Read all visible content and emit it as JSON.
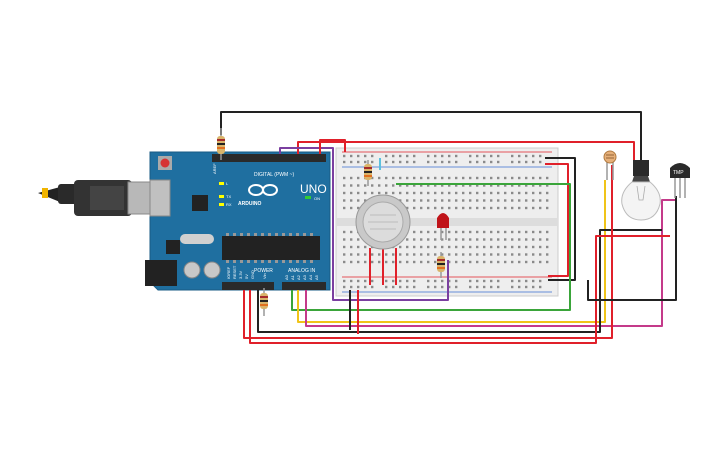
{
  "arduino": {
    "brand": "ARDUINO",
    "model": "UNO",
    "digital_header": "DIGITAL (PWM ~)",
    "power_header": "POWER",
    "analog_header": "ANALOG IN",
    "on_label": "ON",
    "tx_label": "TX",
    "rx_label": "RX",
    "l_label": "L",
    "reset_label": "RESET",
    "ioref_label": "IOREF",
    "v33_label": "3.3V",
    "v5_label": "5V",
    "gnd_label": "GND",
    "vin_label": "Vin",
    "aref_label": "AREF",
    "a0": "A0",
    "a1": "A1",
    "a2": "A2",
    "a3": "A3",
    "a4": "A4",
    "a5": "A5"
  },
  "temp_sensor": {
    "label": "TMP"
  },
  "colors": {
    "wire_red": "#e0202a",
    "wire_black": "#222222",
    "wire_green": "#3aa53a",
    "wire_yellow": "#f0c419",
    "wire_purple": "#7b3fa0",
    "wire_magenta": "#c43a8a",
    "wire_cyan": "#5bc0de",
    "board_blue": "#1f6fa0",
    "breadboard": "#eeeeee"
  }
}
